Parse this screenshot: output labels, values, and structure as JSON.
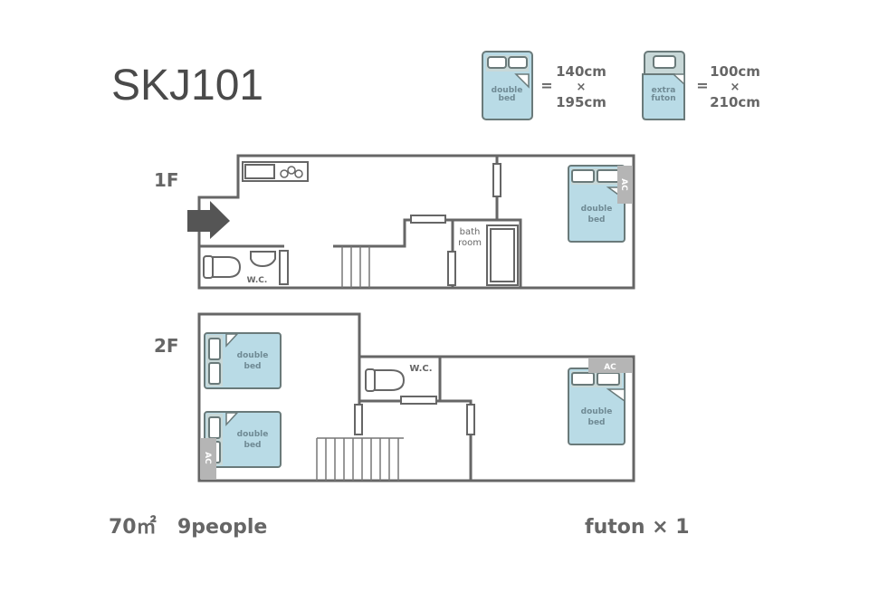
{
  "title": "SKJ101",
  "legend": {
    "double_bed": {
      "icon_label_1": "double",
      "icon_label_2": "bed",
      "equals": "=",
      "width": "140cm",
      "times": "×",
      "length": "195cm"
    },
    "extra_futon": {
      "icon_label_1": "extra",
      "icon_label_2": "futon",
      "equals": "=",
      "width": "100cm",
      "times": "×",
      "length": "210cm"
    }
  },
  "floors": [
    {
      "label": "1F",
      "rooms": {
        "wc": "W.C.",
        "bath_1": "bath",
        "bath_2": "room",
        "bed_1": "double",
        "bed_2": "bed",
        "ac": "AC"
      }
    },
    {
      "label": "2F",
      "rooms": {
        "wc": "W.C.",
        "bed_1": "double",
        "bed_2": "bed",
        "ac": "AC"
      }
    }
  ],
  "footer": {
    "area": "70㎡",
    "capacity": "9people",
    "futon": "futon × 1"
  }
}
